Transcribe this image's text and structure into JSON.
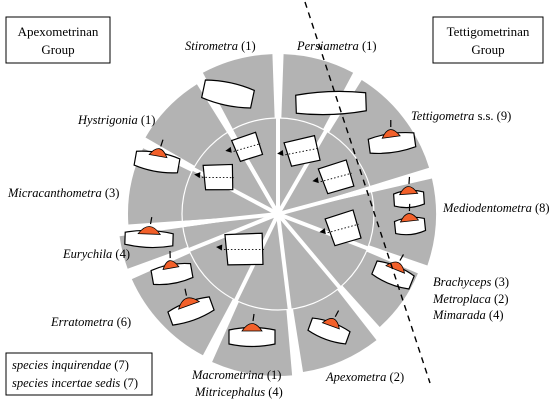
{
  "colors": {
    "sector": "#b3b3b3",
    "highlight": "#f2602a",
    "line": "#000000",
    "box": "#ffffff"
  },
  "groups": {
    "left": {
      "line1": "Apexometrinan",
      "line2": "Group"
    },
    "right": {
      "line1": "Tettigometrinan",
      "line2": "Group"
    }
  },
  "species_box": {
    "line1": {
      "name": "species inquirendae",
      "count": "(7)"
    },
    "line2": {
      "name": "species incertae sedis",
      "count": "(7)"
    }
  },
  "labels": {
    "stirometra": {
      "name": "Stirometra",
      "count": "(1)"
    },
    "persiametra": {
      "name": "Persiametra",
      "count": "(1)"
    },
    "hystrigonia": {
      "name": "Hystrigonia",
      "count": "(1)"
    },
    "tettigometra": {
      "name": "Tettigometra",
      "suffix": "s.s.",
      "count": "(9)"
    },
    "micracanthometra": {
      "name": "Micracanthometra",
      "count": "(3)"
    },
    "mediodentometra": {
      "name": "Mediodentometra",
      "count": "(8)"
    },
    "eurychila": {
      "name": "Eurychila",
      "count": "(4)"
    },
    "brachyceps": {
      "name": "Brachyceps",
      "count": "(3)"
    },
    "metroplaca": {
      "name": "Metroplaca",
      "count": "(2)"
    },
    "mimarada": {
      "name": "Mimarada",
      "count": "(4)"
    },
    "erratometra": {
      "name": "Erratometra",
      "count": "(6)"
    },
    "macrometrina": {
      "name": "Macrometrina",
      "count": "(1)"
    },
    "mitricephalus": {
      "name": "Mitricephalus",
      "count": "(4)"
    },
    "apexometra": {
      "name": "Apexometra",
      "count": "(2)"
    }
  }
}
